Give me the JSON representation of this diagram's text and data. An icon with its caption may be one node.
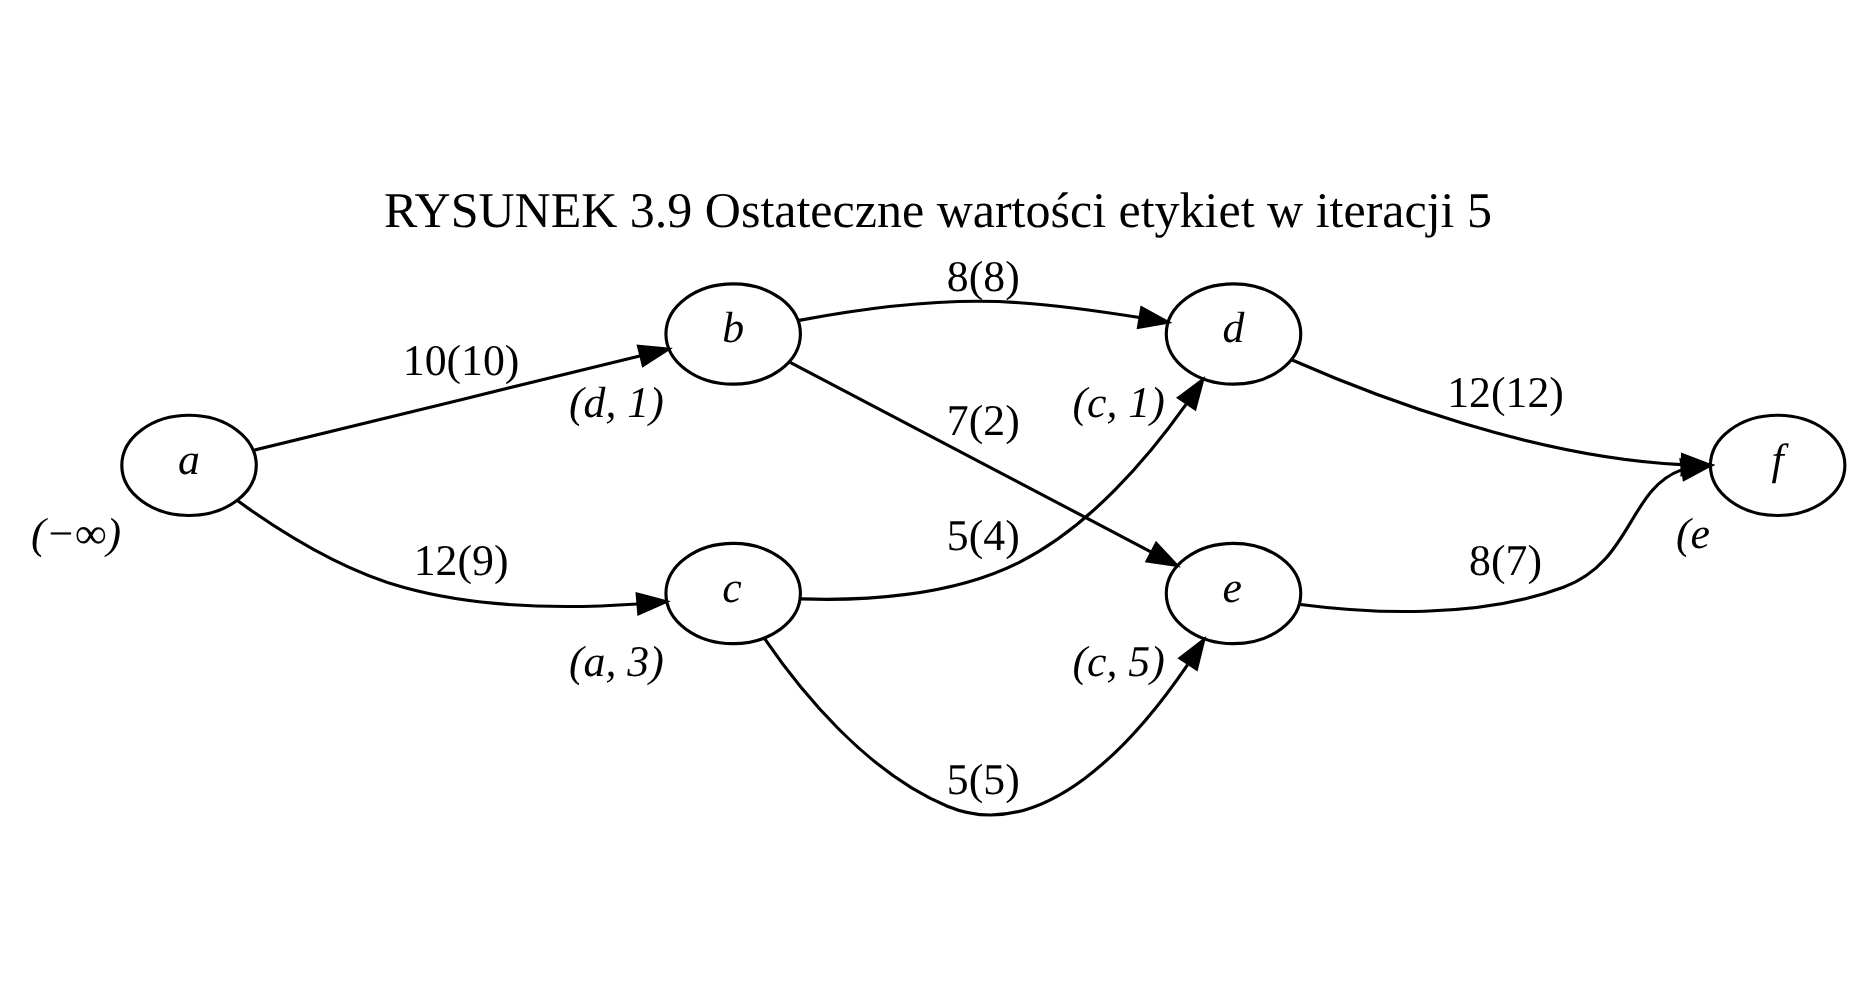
{
  "diagram": {
    "title": "RYSUNEK 3.9 Ostateczne wartości etykiet w iteracji 5",
    "nodes": [
      {
        "text": [
          "a"
        ],
        "beside": [
          "(−∞)"
        ]
      },
      {
        "text": [
          "b"
        ],
        "beside": [
          "(d, 1)"
        ]
      },
      {
        "text": [
          "c"
        ],
        "beside": [
          "(a, 3)"
        ]
      },
      {
        "text": [
          "d"
        ],
        "beside": [
          "(c, 1)"
        ]
      },
      {
        "text": [
          "e"
        ],
        "beside": [
          "(c, 5)"
        ]
      },
      {
        "text": [
          "f"
        ],
        "beside": [
          "(e"
        ]
      }
    ],
    "edges": [
      {
        "from": 0,
        "to": 1,
        "arrow": "to",
        "label": "10(10)"
      },
      {
        "from": 0,
        "to": 2,
        "arrow": "to",
        "label": "12(9)"
      },
      {
        "from": 1,
        "to": 3,
        "arrow": "to",
        "label": "8(8)"
      },
      {
        "from": 1,
        "to": 4,
        "arrow": "to",
        "label": "7(2)"
      },
      {
        "from": 2,
        "to": 3,
        "arrow": "to",
        "label": "5(4)"
      },
      {
        "from": 2,
        "to": 4,
        "arrow": "to",
        "label": "5(5)"
      },
      {
        "from": 3,
        "to": 5,
        "arrow": "to",
        "label": "12(12)"
      },
      {
        "from": 4,
        "to": 5,
        "arrow": "to",
        "label": "8(7)"
      }
    ]
  }
}
